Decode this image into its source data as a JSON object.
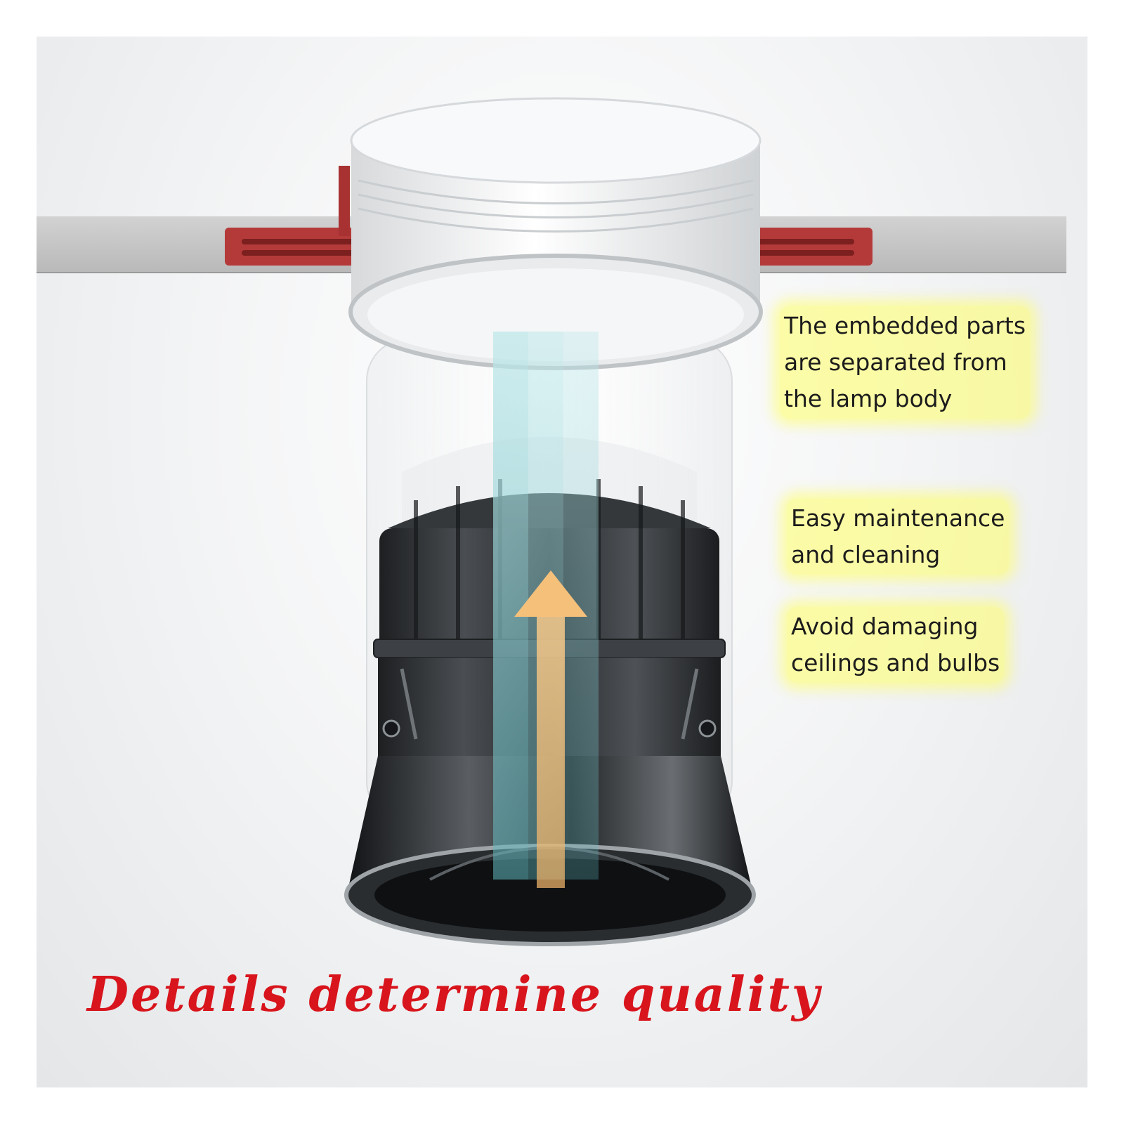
{
  "callouts": [
    {
      "lines": [
        "The embedded parts",
        "are separated from",
        "the lamp body"
      ]
    },
    {
      "lines": [
        "Easy maintenance",
        "and cleaning"
      ]
    },
    {
      "lines": [
        "Avoid damaging",
        "ceilings and bulbs"
      ]
    }
  ],
  "headline": "Details determine quality",
  "icons": {
    "arrow": "up-arrow-icon"
  },
  "colors": {
    "headline": "#d8141c",
    "highlight": "#ffff64",
    "bracket": "#b43a3a",
    "ceiling": "#c9c9c9",
    "lamp_body": "#2b2e30",
    "light_beam": "#8fd3d6",
    "arrow": "#f5c07a"
  }
}
